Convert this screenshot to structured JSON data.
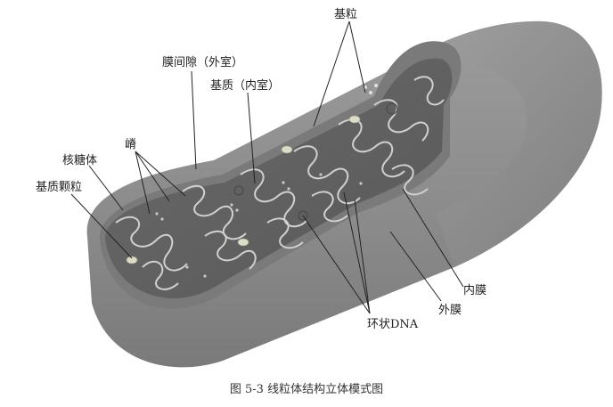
{
  "diagram": {
    "labels": {
      "basal_granule": "基粒",
      "intermembrane_space": "膜间隙（外室）",
      "matrix": "基质（内室）",
      "cristae": "嵴",
      "ribosome": "核糖体",
      "matrix_granule": "基质颗粒",
      "inner_membrane": "内膜",
      "outer_membrane": "外膜",
      "circular_dna": "环状DNA"
    },
    "colors": {
      "outer_membrane": "#8a8a8a",
      "inner_surface": "#6e6e6e",
      "matrix": "#5f5f5f",
      "crista_edge": "#d8d8d8",
      "label_text": "#222222"
    }
  },
  "caption": "图 5-3    线粒体结构立体模式图"
}
